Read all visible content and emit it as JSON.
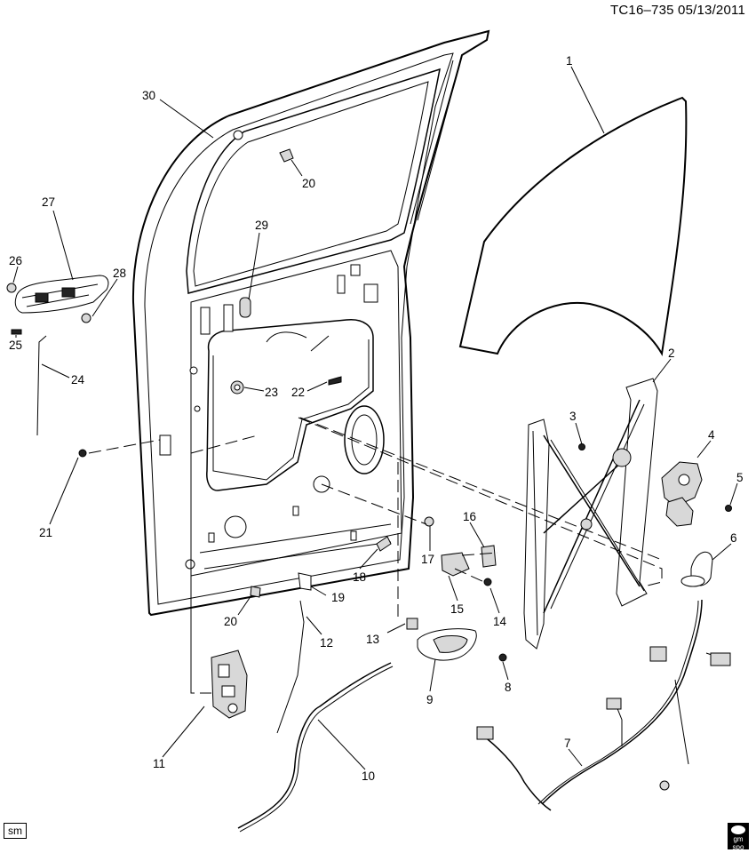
{
  "header": {
    "drawing_code": "TC16–735  05/13/2011"
  },
  "corner_tag": "sm",
  "corner_logo": "gm spo",
  "callouts": {
    "c1": "1",
    "c2": "2",
    "c3": "3",
    "c4": "4",
    "c5": "5",
    "c6": "6",
    "c7": "7",
    "c8": "8",
    "c9": "9",
    "c10": "10",
    "c11": "11",
    "c12": "12",
    "c13": "13",
    "c14": "14",
    "c15": "15",
    "c16": "16",
    "c17": "17",
    "c18": "18",
    "c19": "19",
    "c20a": "20",
    "c20b": "20",
    "c21": "21",
    "c22": "22",
    "c23": "23",
    "c24": "24",
    "c25": "25",
    "c26": "26",
    "c27": "27",
    "c28": "28",
    "c29": "29",
    "c30": "30"
  }
}
